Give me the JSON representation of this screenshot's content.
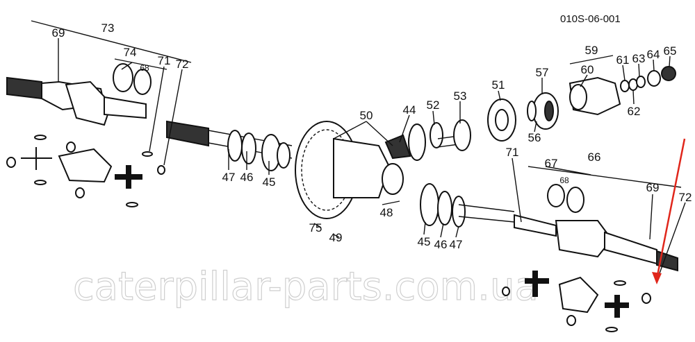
{
  "diagram": {
    "drawing_code": "010S-06-001",
    "watermark": "caterpillar-parts.com.ua",
    "arrow_color": "#e0261b",
    "labels": {
      "l73": "73",
      "l69a": "69",
      "l74": "74",
      "l68a": "68",
      "l71a": "71",
      "l72a": "72",
      "l50": "50",
      "l44": "44",
      "l52": "52",
      "l53": "53",
      "l51": "51",
      "l57": "57",
      "l56": "56",
      "l59": "59",
      "l60": "60",
      "l61": "61",
      "l63": "63",
      "l64": "64",
      "l65": "65",
      "l62": "62",
      "l47a": "47",
      "l46a": "46",
      "l45a": "45",
      "l75": "75",
      "l49": "49",
      "l48": "48",
      "l45b": "45",
      "l46b": "46",
      "l47b": "47",
      "l71b": "71",
      "l67": "67",
      "l66": "66",
      "l68b": "68",
      "l69b": "69",
      "l72b": "72"
    }
  }
}
